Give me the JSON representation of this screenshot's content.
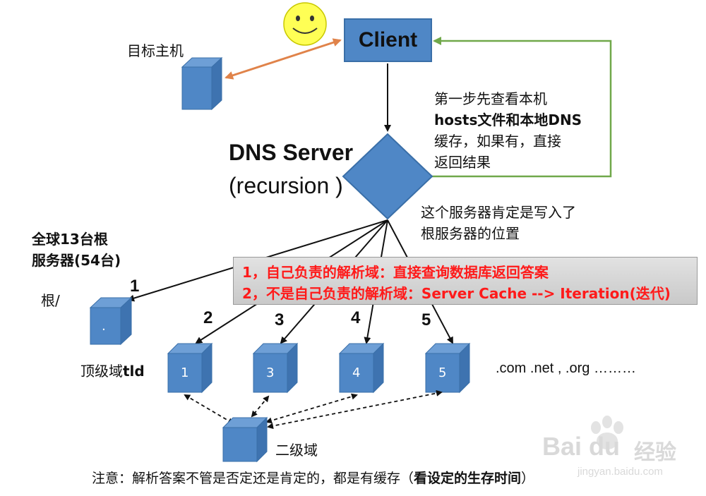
{
  "client": {
    "label": "Client"
  },
  "target_host": {
    "label": "目标主机"
  },
  "dns_server": {
    "title": "DNS Server",
    "subtitle": "(recursion )"
  },
  "step_one_note": [
    "第一步先查看本机",
    "hosts文件和本地DNS",
    "缓存，如果有，直接",
    "返回结果"
  ],
  "root_config_note": [
    "这个服务器肯定是写入了",
    "根服务器的位置"
  ],
  "root_servers": {
    "line1": "全球13台根",
    "line2": "服务器(54台)",
    "root_label": "根/",
    "root_node": "."
  },
  "callout": {
    "line1": "1，自己负责的解析域：直接查询数据库返回答案",
    "line2": "2，不是自己负责的解析域：Server Cache --> Iteration(迭代)"
  },
  "step_numbers": [
    "1",
    "2",
    "3",
    "4",
    "5"
  ],
  "tld": {
    "label_prefix": "顶级域",
    "label_suffix": "tld",
    "nodes": [
      "1",
      "3",
      "4",
      "5"
    ],
    "examples": ".com .net , .org ………"
  },
  "second_level": {
    "label": "二级域"
  },
  "footer": {
    "prefix": "注意：解析答案不管是否定还是肯定的，都是有缓存（",
    "emphasis": "看设定的生存时间",
    "suffix": "）"
  },
  "watermark": {
    "brand": "Bai du",
    "brand_cn": "经验",
    "url": "jingyan.baidu.com"
  },
  "colors": {
    "box_blue": "#4f87c6",
    "smiley_yellow": "#ffff55",
    "orange_arrow": "#e0834a",
    "green_line": "#70a84a",
    "note_red": "#ff1a1a"
  }
}
